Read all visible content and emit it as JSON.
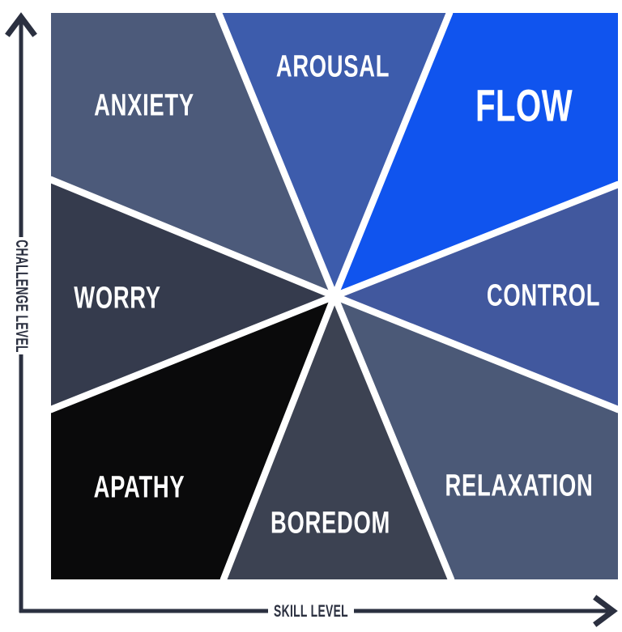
{
  "axes": {
    "y_label": "CHALLENGE LEVEL",
    "x_label": "SKILL LEVEL"
  },
  "wedges": [
    {
      "label": "ANXIETY",
      "color": "#4C5A7A"
    },
    {
      "label": "AROUSAL",
      "color": "#3D5CAC"
    },
    {
      "label": "FLOW",
      "color": "#1054EE"
    },
    {
      "label": "CONTROL",
      "color": "#41589E"
    },
    {
      "label": "RELAXATION",
      "color": "#4B5977"
    },
    {
      "label": "BOREDOM",
      "color": "#3C4252"
    },
    {
      "label": "APATHY",
      "color": "#0A0A0B"
    },
    {
      "label": "WORRY",
      "color": "#353B4D"
    }
  ],
  "colors": {
    "axis": "#2B3040",
    "background": "#FFFFFF",
    "separator": "#FFFFFF"
  }
}
